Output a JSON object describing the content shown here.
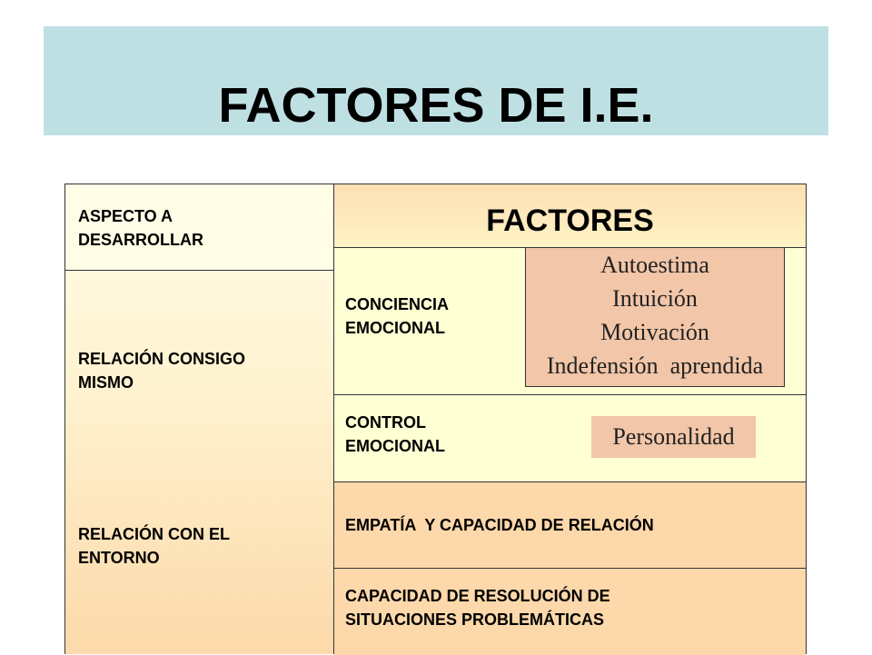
{
  "title": "FACTORES DE I.E.",
  "table": {
    "left_header": [
      "ASPECTO A",
      "DESARROLLAR"
    ],
    "left_rows": [
      [
        "RELACIÓN CONSIGO",
        "MISMO"
      ],
      [
        "RELACIÓN CON EL",
        "ENTORNO"
      ]
    ],
    "right_header": "FACTORES",
    "factors": [
      [
        "CONCIENCIA",
        "EMOCIONAL"
      ],
      [
        "CONTROL",
        "EMOCIONAL"
      ],
      [
        "EMPATÍA  Y CAPACIDAD DE RELACIÓN"
      ],
      [
        "CAPACIDAD DE RESOLUCIÓN DE",
        "SITUACIONES PROBLEMÁTICAS"
      ]
    ]
  },
  "callouts": {
    "conciencia_items": [
      "Autoestima",
      "Intuición",
      "Motivación",
      "Indefensión  aprendida"
    ],
    "control_item": "Personalidad"
  },
  "colors": {
    "title_bg": "#bfe0e3",
    "cell_yellow": "#ffffd4",
    "cell_peach": "#fcd8aa",
    "callout_bg": "#f2c6a8"
  }
}
